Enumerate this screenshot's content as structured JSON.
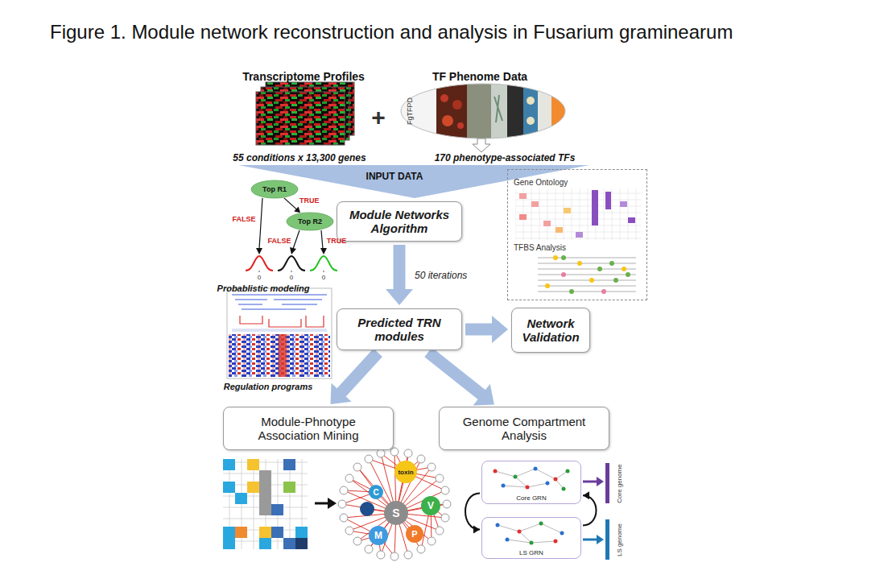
{
  "diagram": {
    "title": "Figure 1. Module network reconstruction and analysis in Fusarium graminearum",
    "nodes": [
      {
        "text": [
          "Top R1"
        ]
      },
      {
        "text": [
          "Top R2"
        ]
      },
      {
        "text": [
          "Module Networks Algorithm"
        ]
      },
      {
        "text": [
          "Gene Ontology",
          "TFBS Analysis"
        ]
      },
      {
        "text": [
          "Predicted TRN modules"
        ]
      },
      {
        "text": [
          "Network Validation"
        ]
      },
      {
        "text": [
          "Module-Phnotype Association Mining"
        ]
      },
      {
        "text": [
          "Genome Compartment Analysis"
        ]
      },
      {
        "text": [
          "toxin"
        ]
      },
      {
        "text": [
          "C"
        ]
      },
      {
        "text": [
          "S"
        ]
      },
      {
        "text": [
          "V"
        ]
      },
      {
        "text": [
          "M"
        ]
      },
      {
        "text": [
          "P"
        ]
      },
      {
        "text": [
          "Core GRN"
        ]
      },
      {
        "text": [
          "LS GRN"
        ]
      }
    ],
    "edges": [
      {
        "from": 0,
        "to": 1,
        "label": "TRUE",
        "arrow": "to"
      },
      {
        "from": 2,
        "to": 4,
        "label": "50 iterations",
        "arrow": "to"
      },
      {
        "from": 4,
        "to": 5,
        "arrow": "to"
      },
      {
        "from": 4,
        "to": 6,
        "arrow": "to"
      },
      {
        "from": 4,
        "to": 7,
        "arrow": "to"
      },
      {
        "from": 14,
        "to": 15,
        "arrow": "to"
      },
      {
        "from": 15,
        "to": 14,
        "arrow": "to"
      }
    ],
    "labels": [
      "Transcriptome Profiles",
      "TF Phenome Data",
      "+",
      "FgTFPD",
      "55 conditions x 13,300 genes",
      "170 phenotype-associated TFs",
      "INPUT DATA",
      "FALSE",
      "FALSE",
      "TRUE",
      "0",
      "0",
      "0",
      "Probablistic modeling",
      "Regulation programs",
      "Core genome",
      "LS genome"
    ]
  }
}
